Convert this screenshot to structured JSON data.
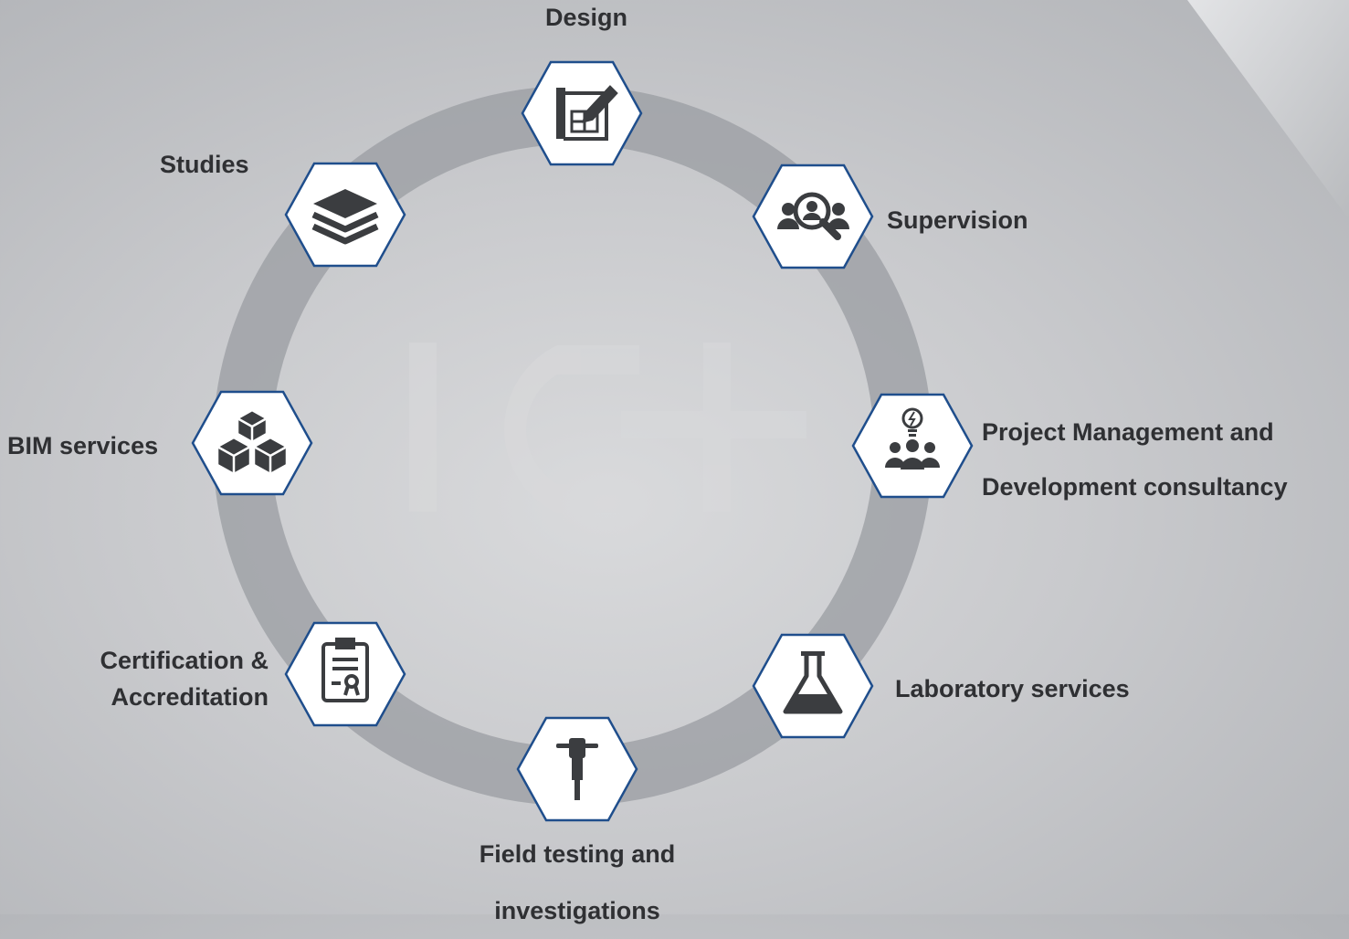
{
  "colors": {
    "hex_fill": "#ffffff",
    "hex_border": "#1f4e8c",
    "icon": "#3b3d40",
    "text": "#2f3033",
    "ring": "#9a9ca1"
  },
  "watermark": {
    "text": "IGH"
  },
  "services": [
    {
      "id": "design",
      "icon": "blueprint-pencil-icon",
      "lines": [
        "Design"
      ]
    },
    {
      "id": "supervision",
      "icon": "people-magnifier-icon",
      "lines": [
        "Supervision"
      ]
    },
    {
      "id": "project-management",
      "icon": "team-lightbulb-icon",
      "lines": [
        "Project Management and",
        "Development consultancy"
      ]
    },
    {
      "id": "laboratory",
      "icon": "lab-flask-icon",
      "lines": [
        "Laboratory services"
      ]
    },
    {
      "id": "field-testing",
      "icon": "jackhammer-icon",
      "lines": [
        "Field testing and",
        "investigations"
      ]
    },
    {
      "id": "certification",
      "icon": "certificate-clipboard-icon",
      "lines": [
        "Certification &",
        "Accreditation"
      ]
    },
    {
      "id": "bim",
      "icon": "cubes-icon",
      "lines": [
        "BIM services"
      ]
    },
    {
      "id": "studies",
      "icon": "layers-stack-icon",
      "lines": [
        "Studies"
      ]
    }
  ]
}
